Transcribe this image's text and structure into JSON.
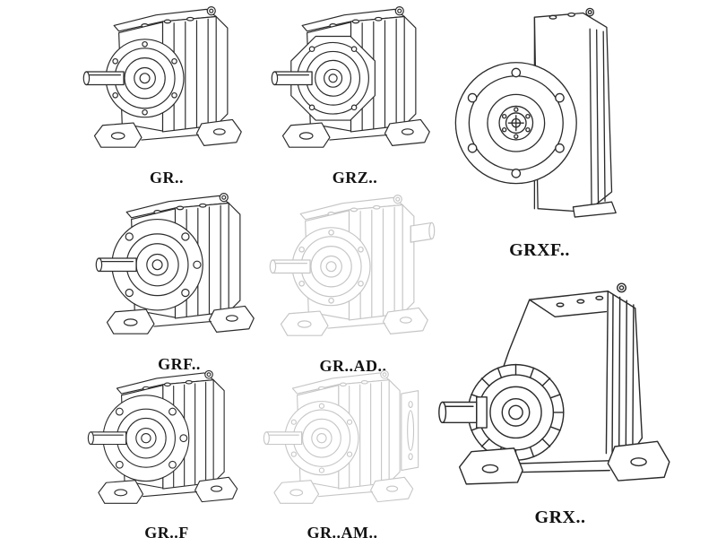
{
  "page": {
    "background": "#ffffff",
    "line_color": "#2b2b2b",
    "faint_line_color": "#c6c6c6"
  },
  "items": [
    {
      "id": "gr",
      "label": "GR..",
      "style": "solid",
      "variant": "foot-mounted-gear-unit"
    },
    {
      "id": "grz",
      "label": "GRZ..",
      "style": "solid",
      "variant": "foot-mounted-gear-unit-octagon-front"
    },
    {
      "id": "grxf",
      "label": "GRXF..",
      "style": "solid",
      "variant": "flange-mounted-gear-unit-front-view"
    },
    {
      "id": "grf",
      "label": "GRF..",
      "style": "solid",
      "variant": "flange-and-foot-gear-unit"
    },
    {
      "id": "grad",
      "label": "GR..AD..",
      "style": "faint",
      "variant": "gear-unit-with-input-adapter"
    },
    {
      "id": "grfoot",
      "label": "GR..F",
      "style": "solid",
      "variant": "flange-and-foot-gear-unit"
    },
    {
      "id": "gram",
      "label": "GR..AM..",
      "style": "faint",
      "variant": "gear-unit-with-motor-flange"
    },
    {
      "id": "grx",
      "label": "GRX..",
      "style": "solid",
      "variant": "large-foot-mounted-gear-unit"
    }
  ]
}
